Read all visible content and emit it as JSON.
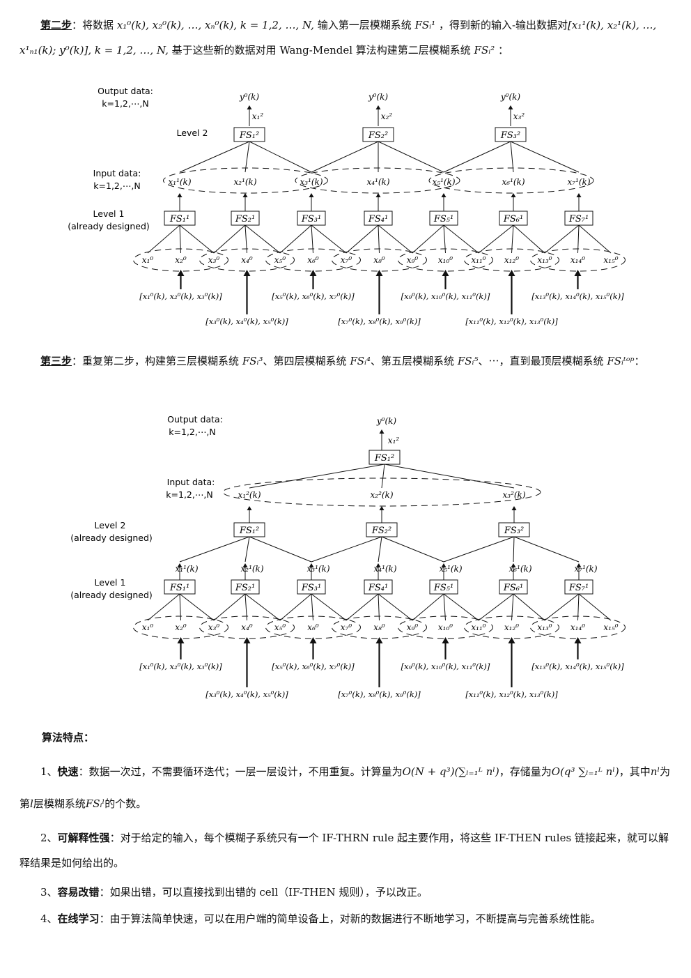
{
  "step2": {
    "label": "第二步",
    "sep": "：",
    "t1": "将数据  ",
    "m1": "x₁⁰(k), x₂⁰(k), …, xₙ⁰(k),  k = 1,2, …, N,",
    "t2": "  输入第一层模糊系统  ",
    "m2": "FSᵢ¹",
    "t3": "  ，得到新的输入-输出数据对",
    "m3": "[x₁¹(k), x₂¹(k), …, x¹ₙ₁(k); y⁰(k)],  k = 1,2, …, N,",
    "t4": "  基于这些新的数据对用 Wang-Mendel 算法构建第二层模糊系统  ",
    "m4": "FSᵢ²",
    "t5": "  ："
  },
  "step3": {
    "label": "第三步",
    "sep": "：",
    "t1": "重复第二步，构建第三层模糊系统 ",
    "m1": "FSᵢ³",
    "t2": "、第四层模糊系统 ",
    "m2": "FSᵢ⁴",
    "t3": "、第五层模糊系统 ",
    "m3": "FSᵢ⁵",
    "t4": "、⋯，直到最顶层模糊系统 ",
    "m4": "FSᵢᵗᵒᵖ",
    "t5": "："
  },
  "diagram1": {
    "output_label": [
      "Output data:",
      "k=1,2,⋯,N"
    ],
    "level2_label": "Level 2",
    "input_label": [
      "Input data:",
      "k=1,2,⋯,N"
    ],
    "level1_label": [
      "Level 1",
      "(already designed)"
    ],
    "outputs": [
      "y⁰(k)",
      "y⁰(k)",
      "y⁰(k)"
    ],
    "out_edges": [
      "x₁²",
      "x₂²",
      "x₃²"
    ],
    "fs2": [
      "FS₁²",
      "FS₂²",
      "FS₃²"
    ],
    "mid_nodes": [
      "x₁¹(k)",
      "x₂¹(k)",
      "x₃¹(k)",
      "x₄¹(k)",
      "x₅¹(k)",
      "x₆¹(k)",
      "x₇¹(k)"
    ],
    "fs1": [
      "FS₁¹",
      "FS₂¹",
      "FS₃¹",
      "FS₄¹",
      "FS₅¹",
      "FS₆¹",
      "FS₇¹"
    ],
    "bottom_nodes": [
      "x₁⁰",
      "x₂⁰",
      "x₃⁰",
      "x₄⁰",
      "x₅⁰",
      "x₆⁰",
      "x₇⁰",
      "x₈⁰",
      "x₉⁰",
      "x₁₀⁰",
      "x₁₁⁰",
      "x₁₂⁰",
      "x₁₃⁰",
      "x₁₄⁰",
      "x₁₅⁰"
    ],
    "groups_top": [
      "[x₁⁰(k), x₂⁰(k), x₃⁰(k)]",
      "[x₅⁰(k), x₆⁰(k), x₇⁰(k)]",
      "[x₉⁰(k), x₁₀⁰(k), x₁₁⁰(k)]",
      "[x₁₃⁰(k), x₁₄⁰(k), x₁₅⁰(k)]"
    ],
    "groups_bottom": [
      "[x₃⁰(k), x₄⁰(k), x₅⁰(k)]",
      "[x₇⁰(k), x₈⁰(k), x₉⁰(k)]",
      "[x₁₁⁰(k), x₁₂⁰(k), x₁₃⁰(k)]"
    ]
  },
  "diagram2": {
    "output_label": [
      "Output data:",
      "k=1,2,⋯,N"
    ],
    "input_label": [
      "Input data:",
      "k=1,2,⋯,N"
    ],
    "level2_label": [
      "Level 2",
      "(already designed)"
    ],
    "level1_label": [
      "Level 1",
      "(already designed)"
    ],
    "output": "y⁰(k)",
    "out_edge": "x₁²",
    "fs_top": "FS₁²",
    "top_nodes": [
      "x₁²(k)",
      "x₂²(k)",
      "x₃²(k)"
    ],
    "fs2": [
      "FS₁²",
      "FS₂²",
      "FS₃²"
    ],
    "edges1": [
      "x₁¹(k)",
      "x₂¹(k)",
      "x₃¹(k)",
      "x₄¹(k)",
      "x₅¹(k)",
      "x₆¹(k)",
      "x₇¹(k)"
    ],
    "fs1": [
      "FS₁¹",
      "FS₂¹",
      "FS₃¹",
      "FS₄¹",
      "FS₅¹",
      "FS₆¹",
      "FS₇¹"
    ],
    "bottom_nodes": [
      "x₁⁰",
      "x₂⁰",
      "x₃⁰",
      "x₄⁰",
      "x₅⁰",
      "x₆⁰",
      "x₇⁰",
      "x₈⁰",
      "x₉⁰",
      "x₁₀⁰",
      "x₁₁⁰",
      "x₁₂⁰",
      "x₁₃⁰",
      "x₁₄⁰",
      "x₁₅⁰"
    ],
    "groups_top": [
      "[x₁⁰(k), x₂⁰(k), x₃⁰(k)]",
      "[x₅⁰(k), x₆⁰(k), x₇⁰(k)]",
      "[x₉⁰(k), x₁₀⁰(k), x₁₁⁰(k)]",
      "[x₁₃⁰(k), x₁₄⁰(k), x₁₅⁰(k)]"
    ],
    "groups_bottom": [
      "[x₃⁰(k), x₄⁰(k), x₅⁰(k)]",
      "[x₇⁰(k), x₈⁰(k), x₉⁰(k)]",
      "[x₁₁⁰(k), x₁₂⁰(k), x₁₃⁰(k)]"
    ]
  },
  "features": {
    "heading": "算法特点：",
    "f1": {
      "num": "1、",
      "title": "快速",
      "sep": "：",
      "t1": "数据一次过，不需要循环迭代；一层一层设计，不用重复。计算量为",
      "m1": "O(N + q³)(∑ₗ₌₁ᴸ nˡ)",
      "t2": "，存储量为",
      "m2": "O(q³ ∑ₗ₌₁ᴸ nˡ)",
      "t3": "，其中",
      "m3": "nˡ",
      "t4": "为第",
      "m4": "l",
      "t5": "层模糊系统",
      "m5": "FSᵢˡ",
      "t6": "的个数。"
    },
    "f2": {
      "num": "2、",
      "title": "可解释性强",
      "sep": "：",
      "text": "对于给定的输入，每个模糊子系统只有一个 IF-THRN rule 起主要作用，将这些 IF-THEN rules 链接起来，就可以解释结果是如何给出的。"
    },
    "f3": {
      "num": "3、",
      "title": "容易改错",
      "sep": "：",
      "text": "如果出错，可以直接找到出错的 cell（IF-THEN 规则），予以改正。"
    },
    "f4": {
      "num": "4、",
      "title": "在线学习",
      "sep": "：",
      "text": "由于算法简单快速，可以在用户端的简单设备上，对新的数据进行不断地学习，不断提高与完善系统性能。"
    }
  }
}
